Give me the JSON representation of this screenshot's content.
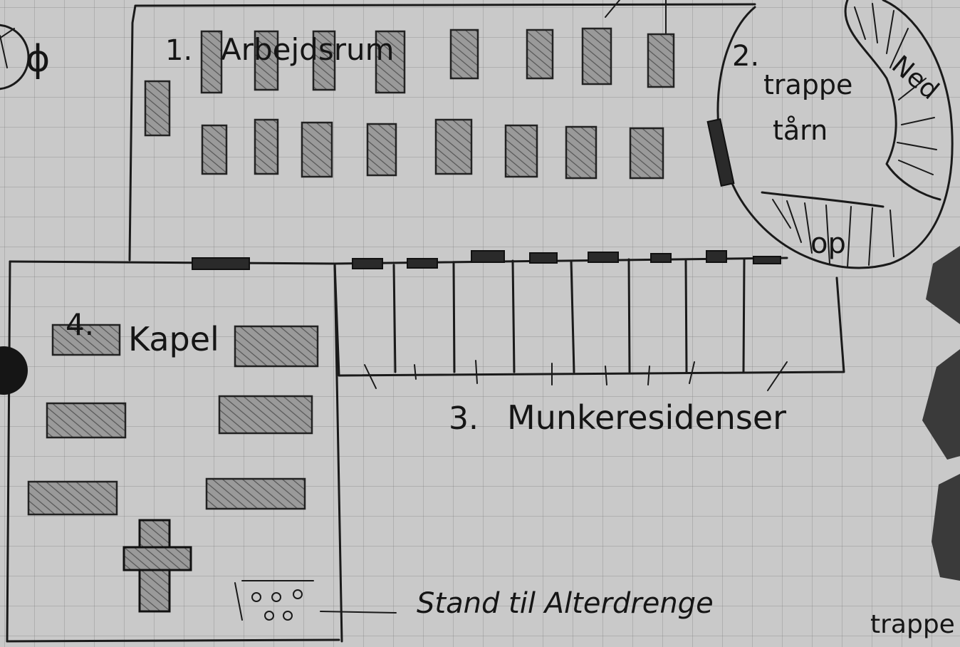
{
  "map": {
    "rooms": [
      {
        "number": "1.",
        "name": "Arbejdsrum"
      },
      {
        "number": "2.",
        "name_line1": "trappe",
        "name_line2": "tårn",
        "down_label": "Ned",
        "up_label": "op"
      },
      {
        "number": "3.",
        "name": "Munkeresidenser"
      },
      {
        "number": "4.",
        "name": "Kapel"
      }
    ],
    "annotations": {
      "altar_stand": "Stand til Alterdrenge",
      "stairs_edge": "trappe",
      "corner_symbol": "ϕ"
    }
  }
}
